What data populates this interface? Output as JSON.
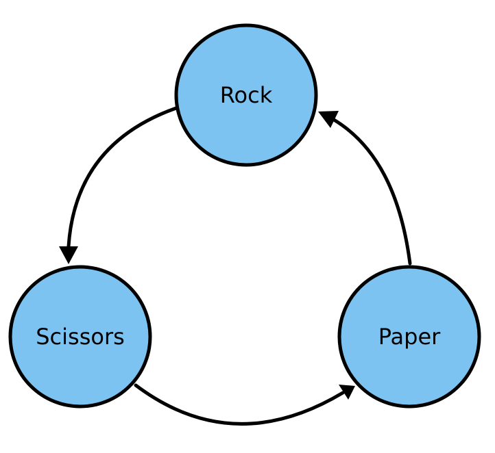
{
  "diagram": {
    "colors": {
      "node_fill": "#7CC3F2",
      "stroke": "#000000",
      "background": "#FFFFFF"
    },
    "nodes": {
      "rock": {
        "label": "Rock"
      },
      "paper": {
        "label": "Paper"
      },
      "scissors": {
        "label": "Scissors"
      }
    },
    "edges": [
      {
        "from": "rock",
        "to": "scissors"
      },
      {
        "from": "scissors",
        "to": "paper"
      },
      {
        "from": "paper",
        "to": "rock"
      }
    ]
  }
}
